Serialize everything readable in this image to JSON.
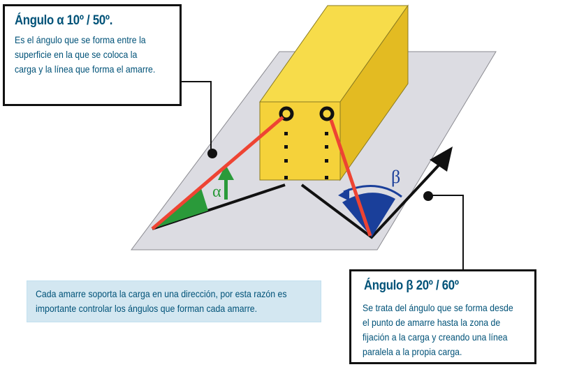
{
  "callouts": {
    "alpha": {
      "title": "Ángulo α  10º / 50º.",
      "lines": [
        "Es el ángulo que se forma entre la",
        "superficie en la que se coloca la",
        "carga y la línea que forma el amarre."
      ]
    },
    "beta": {
      "title": "Ángulo β 20º / 60º",
      "lines": [
        "Se trata del ángulo que se forma desde",
        "el punto de amarre hasta la zona de",
        "fijación a la carga y creando una línea",
        "paralela a la propia carga."
      ]
    }
  },
  "note": {
    "lines": [
      "Cada amarre soporta la carga en una dirección, por esta razón es",
      "importante controlar los ángulos que forman cada amarre."
    ]
  },
  "figure": {
    "alpha_symbol": "α",
    "beta_symbol": "β",
    "colors": {
      "text": "#005278",
      "load": "#f5d23a",
      "load_side": "#e2b820",
      "surface": "#dcdce2",
      "strap": "#ee4433",
      "alpha_wedge": "#2a9a3a",
      "beta_wedge": "#1a3f9a",
      "note_bg": "#d3e7f1"
    }
  }
}
